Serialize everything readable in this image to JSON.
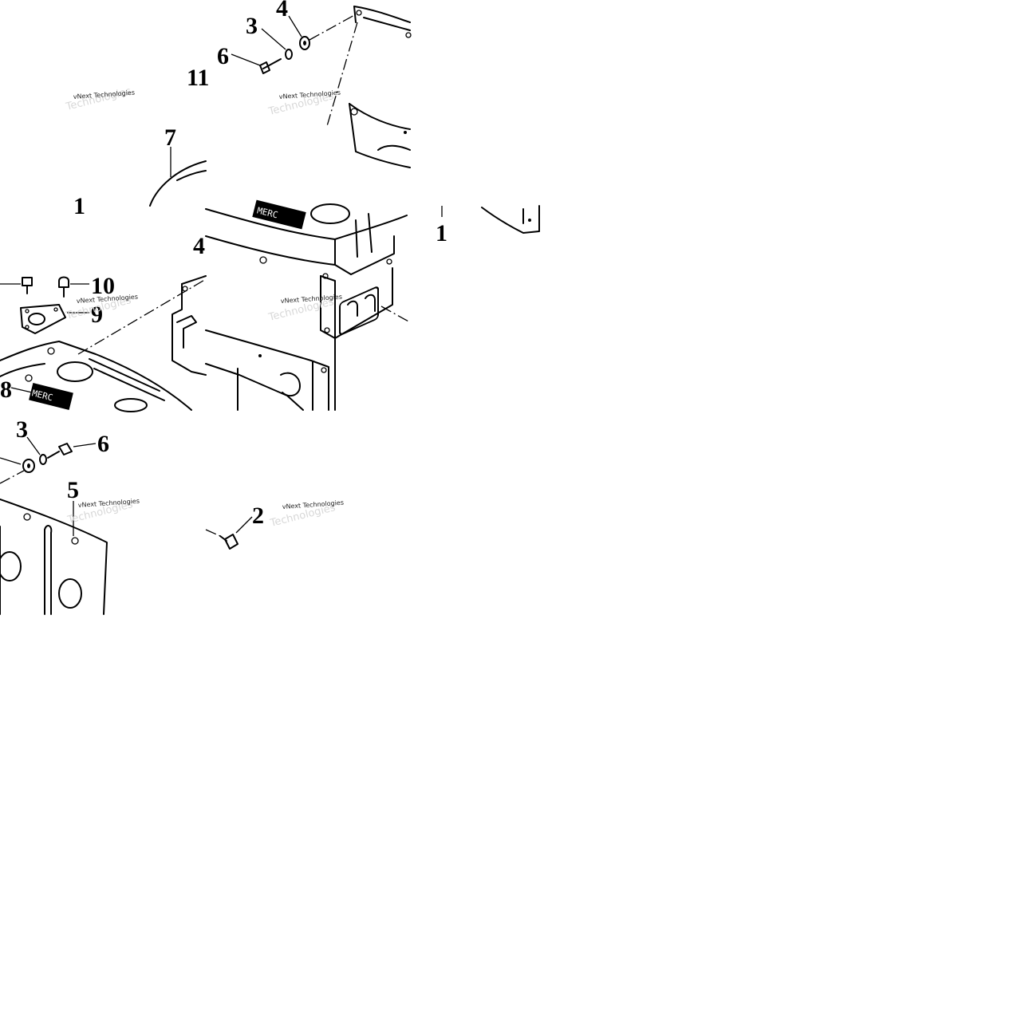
{
  "diagram": {
    "callouts": {
      "c1": "1",
      "c2": "2",
      "c3a": "3",
      "c3b": "3",
      "c4a": "4",
      "c4b": "4",
      "c5": "5",
      "c6a": "6",
      "c6b": "6",
      "c7": "7",
      "c8": "8",
      "c9": "9",
      "c10": "10",
      "c11": "11"
    },
    "watermark": "vNext Technologies"
  }
}
